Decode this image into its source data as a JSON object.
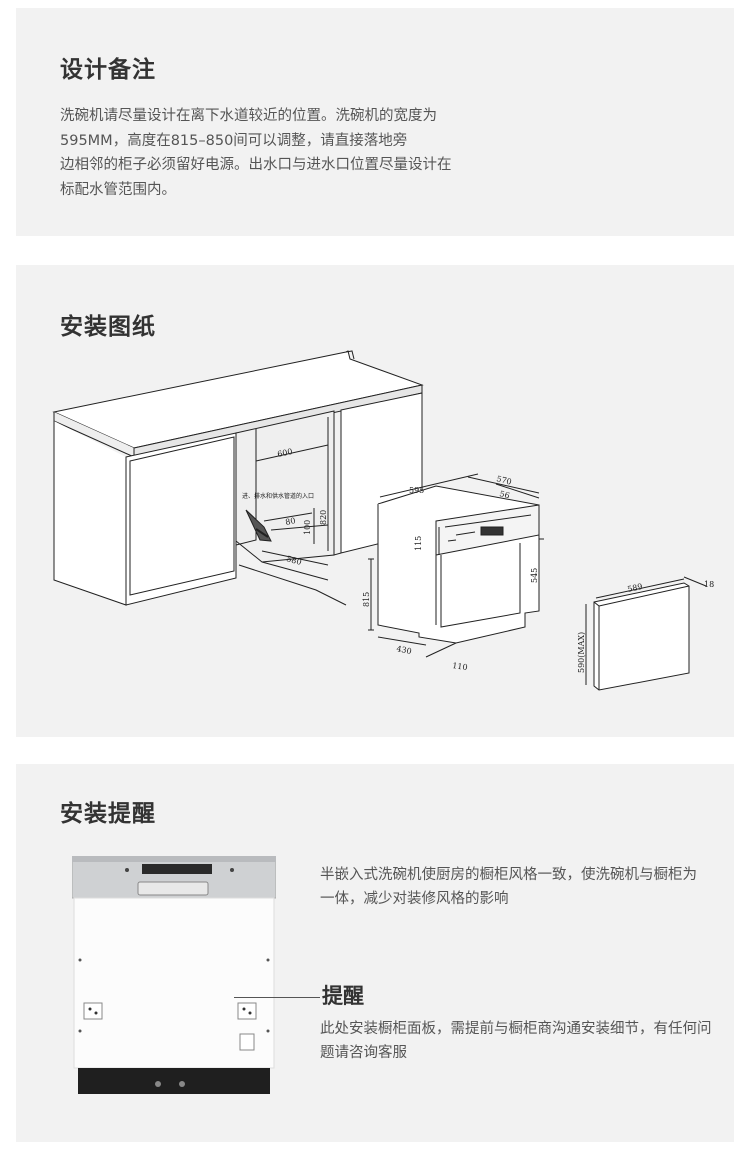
{
  "design_notes": {
    "title": "设计备注",
    "lines": [
      "洗碗机请尽量设计在离下水道较近的位置。洗碗机的宽度为",
      "595MM，高度在815–850间可以调整，请直接落地旁",
      "边相邻的柜子必须留好电源。出水口与进水口位置尽量设计在",
      "标配水管范围内。"
    ]
  },
  "install_drawing": {
    "title": "安装图纸",
    "dimensions": {
      "cabinet_width": "600",
      "cabinet_height": "820",
      "pipe_height": "100",
      "pipe_depth": "80",
      "cabinet_depth": "580",
      "note": "进、排水和供水管道的入口",
      "machine_width": "595",
      "machine_depth": "570",
      "panel_gap": "56",
      "control_height": "115",
      "door_height": "545",
      "machine_height": "815",
      "base_depth": "430",
      "toe_kick": "110",
      "panel_width": "589",
      "panel_thickness": "18",
      "panel_height": "590(MAX)"
    }
  },
  "install_reminder": {
    "title": "安装提醒",
    "text1": "半嵌入式洗碗机使厨房的橱柜风格一致，使洗碗机与橱柜为一体，减少对装修风格的影响",
    "reminder_title": "提醒",
    "text2": "此处安装橱柜面板，需提前与橱柜商沟通安装细节，有任何问题请咨询客服"
  }
}
